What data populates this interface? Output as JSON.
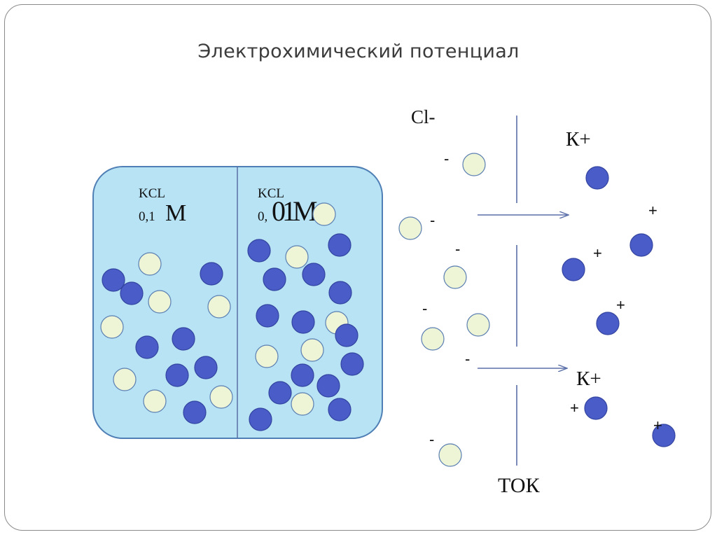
{
  "title": "Электрохимический потенциал",
  "beaker": {
    "left_label_1": "KCL",
    "left_label_2": "0,1",
    "left_label_unit": "М",
    "right_label_1": "KCL",
    "right_label_2": "0,",
    "right_label_big": "01М"
  },
  "ions": {
    "cl_label": "Cl-",
    "k_label_top": "К+",
    "k_label_bottom": "К+",
    "current_label": "ТОК",
    "minus": "-",
    "plus": "+"
  },
  "colors": {
    "solution_fill": "#b7e3f5",
    "solution_border": "#4f7fb5",
    "cation_fill": "#4a5cc8",
    "anion_fill": "#eef5d6",
    "membrane": "#5a6fa8"
  }
}
